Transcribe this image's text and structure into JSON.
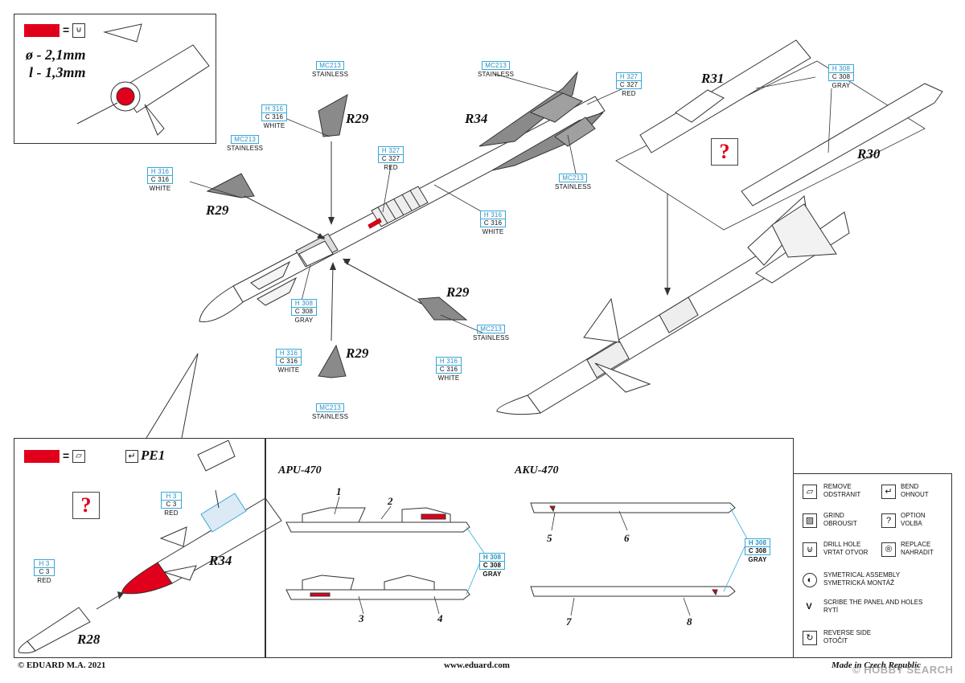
{
  "drill_spec": {
    "diameter": "ø - 2,1mm",
    "length": "l - 1,3mm",
    "equals": "="
  },
  "parts": {
    "r29": "R29",
    "r34": "R34",
    "r30": "R30",
    "r31": "R31",
    "r28": "R28",
    "pe1": "PE1"
  },
  "paint_tags": {
    "h316_white": {
      "h": "H 316",
      "c": "C 316",
      "name": "WHITE"
    },
    "h327_red": {
      "h": "H 327",
      "c": "C 327",
      "name": "RED"
    },
    "h308_gray": {
      "h": "H 308",
      "c": "C 308",
      "name": "GRAY"
    },
    "h3_red": {
      "h": "H 3",
      "c": "C 3",
      "name": "RED"
    },
    "mc213": {
      "code": "MC213",
      "name": "STAINLESS"
    }
  },
  "sections": {
    "apu": "APU-470",
    "aku": "AKU-470"
  },
  "numbers": [
    "1",
    "2",
    "3",
    "4",
    "5",
    "6",
    "7",
    "8"
  ],
  "option_mark": "?",
  "legend": [
    {
      "icon": "remove-icon",
      "glyph": "▱",
      "en": "REMOVE",
      "cz": "ODSTRANIT"
    },
    {
      "icon": "bend-icon",
      "glyph": "↵",
      "en": "BEND",
      "cz": "OHNOUT"
    },
    {
      "icon": "grind-icon",
      "glyph": "▨",
      "en": "GRIND",
      "cz": "OBROUSIT"
    },
    {
      "icon": "option-icon",
      "glyph": "?",
      "en": "OPTION",
      "cz": "VOLBA"
    },
    {
      "icon": "drill-hole-icon",
      "glyph": "⊍",
      "en": "DRILL HOLE",
      "cz": "VRTAT OTVOR"
    },
    {
      "icon": "replace-icon",
      "glyph": "®",
      "en": "REPLACE",
      "cz": "NAHRADIT"
    },
    {
      "icon": "symmetrical-icon",
      "glyph": "◐",
      "en": "SYMETRICAL ASSEMBLY",
      "cz": "SYMETRICKÁ MONTÁŽ"
    },
    {
      "icon": "scribe-icon",
      "glyph": "V",
      "en": "SCRIBE THE PANEL AND HOLES",
      "cz": "RYTÍ"
    },
    {
      "icon": "reverse-side-icon",
      "glyph": "↻",
      "en": "REVERSE SIDE",
      "cz": "OTOČIT"
    }
  ],
  "footer": {
    "copyright": "© EDUARD  M.A. 2021",
    "website": "www.eduard.com",
    "origin": "Made in Czech Republic"
  },
  "watermark": "© HOBBY SEARCH",
  "colors": {
    "red": "#e0001b",
    "cyan": "#39a7d6",
    "gray_part": "#8a8a8a"
  }
}
